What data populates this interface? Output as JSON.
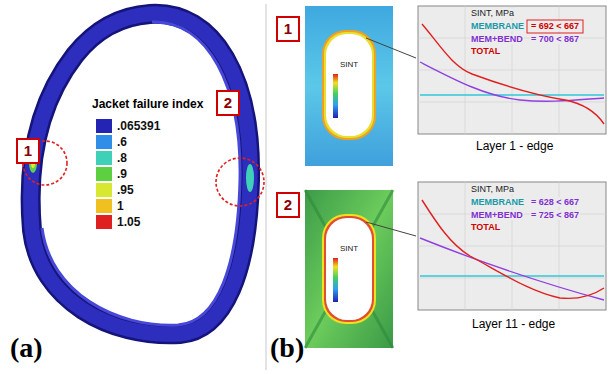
{
  "diagram": {
    "nodes": [
      {
        "text": [
          "1"
        ]
      },
      {
        "text": [
          "2"
        ]
      },
      {
        "text": [
          "1"
        ]
      },
      {
        "text": [
          "2"
        ]
      }
    ],
    "labels": [
      "Jacket failure index",
      "(a)",
      "(b)",
      "SINT",
      "SINT, MPa",
      "MEMBRANE",
      "= 692 < 667",
      "MEM+BEND",
      "= 700 < 867",
      "TOTAL",
      "Layer 1 - edge",
      "SINT",
      "SINT, MPa",
      "MEMBRANE",
      "= 628 < 667",
      "MEM+BEND",
      "= 725 < 867",
      "TOTAL",
      "Layer 11 - edge"
    ],
    "legend": [
      {
        "text": ".065391",
        "color": "#2424b4"
      },
      {
        "text": ".6",
        "color": "#2f8fe8"
      },
      {
        "text": ".8",
        "color": "#3fd0b8"
      },
      {
        "text": ".9",
        "color": "#5cd040"
      },
      {
        "text": ".95",
        "color": "#d8e830"
      },
      {
        "text": "1",
        "color": "#f0c020"
      },
      {
        "text": "1.05",
        "color": "#e02020"
      }
    ]
  }
}
